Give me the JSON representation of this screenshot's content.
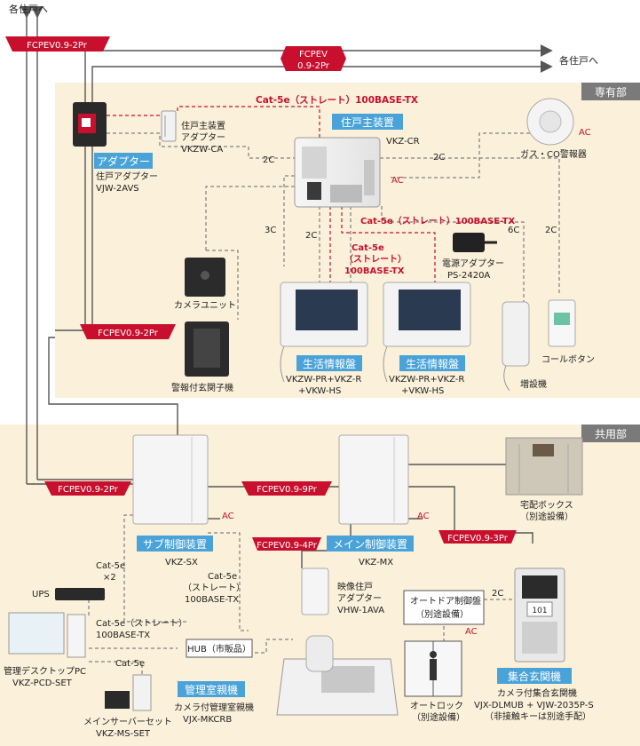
{
  "colors": {
    "zone_bg": "#fbf0d9",
    "zone_label_bg": "#7a7a7a",
    "blue_label": "#4aa3d8",
    "red_pill": "#c8102e",
    "red_line": "#c8102e",
    "wire": "#555555",
    "dashed": "#777777"
  },
  "zones": {
    "private": "専有部",
    "common": "共用部"
  },
  "top": {
    "each_unit_left": "各住戸へ",
    "each_unit_right": "各住戸へ",
    "cable_left": "FCPEV0.9-2Pr",
    "cable_center_line1": "FCPEV",
    "cable_center_line2": "0.9-2Pr"
  },
  "private_area": {
    "adapter_label": "アダプター",
    "adapter_name": "住戸アダプター",
    "adapter_model": "VJW-2AVS",
    "main_unit_adapter_line1": "住戸主装置",
    "main_unit_adapter_line2": "アダプター",
    "main_unit_adapter_model": "VKZW-CA",
    "cat5e_top": "Cat-5e（ストレート）100BASE-TX",
    "main_unit_label": "住戸主装置",
    "main_unit_model": "VKZ-CR",
    "gas_alarm": "ガス・CO警報器",
    "ac1": "AC",
    "ac2": "AC",
    "wire_2c_a": "2C",
    "wire_2c_b": "2C",
    "wire_3c": "3C",
    "wire_2c_c": "2C",
    "wire_6c": "6C",
    "wire_2c_d": "2C",
    "cat5e_mid": "Cat-5e（ストレート）100BASE-TX",
    "cat5e_v_line1": "Cat-5e",
    "cat5e_v_line2": "（ストレート）",
    "cat5e_v_line3": "100BASE-TX",
    "power_adapter_name": "電源アダプター",
    "power_adapter_model": "PS-2420A",
    "camera_unit": "カメラユニット",
    "fcpev_pill": "FCPEV0.9-2Pr",
    "alarm_door": "警報付玄関子機",
    "monitor_label": "生活情報盤",
    "monitor_model_1": "VKZW-PR+VKZ-R",
    "monitor_model_2": "+VKW-HS",
    "call_button": "コールボタン",
    "extension": "増設機"
  },
  "common_area": {
    "fcpev_left": "FCPEV0.9-2Pr",
    "fcpev_mid": "FCPEV0.9-9Pr",
    "delivery_box_line1": "宅配ボックス",
    "delivery_box_line2": "（別途設備）",
    "ac_sub": "AC",
    "ac_main": "AC",
    "ac_door": "AC",
    "fcpev_4pr": "FCPEV0.9-4Pr",
    "fcpev_3pr": "FCPEV0.9-3Pr",
    "sub_control_label": "サブ制御装置",
    "sub_control_model": "VKZ-SX",
    "main_control_label": "メイン制御装置",
    "main_control_model": "VKZ-MX",
    "cat5e_x2_line1": "Cat-5e",
    "cat5e_x2_line2": "×2",
    "cat5e_straight_line1": "Cat-5e",
    "cat5e_straight_line2": "（ストレート）",
    "cat5e_straight_line3": "100BASE-TX",
    "ups": "UPS",
    "video_adapter_line1": "映像住戸",
    "video_adapter_line2": "アダプター",
    "video_adapter_model": "VHW-1AVA",
    "auto_door_line1": "オートドア制御盤",
    "auto_door_line2": "（別途設備）",
    "wire_2c": "2C",
    "cat5e_pc_line1": "Cat-5e（ストレート）",
    "cat5e_pc_line2": "100BASE-TX",
    "hub": "HUB（市販品）",
    "pc_line1": "管理デスクトップPC",
    "pc_line2": "VKZ-PCD-SET",
    "cat5e_server": "Cat-5e",
    "server_line1": "メインサーバーセット",
    "server_line2": "VKZ-MS-SET",
    "mgmt_label": "管理室親機",
    "mgmt_name": "カメラ付管理室親機",
    "mgmt_model": "VJX-MKCRB",
    "auto_lock_line1": "オートロック",
    "auto_lock_line2": "（別途設備）",
    "entrance_label": "集合玄関機",
    "entrance_name": "カメラ付集合玄関機",
    "entrance_model": "VJX-DLMUB + VJW-2035P-S",
    "entrance_note": "（非接触キーは別途手配）",
    "entrance_display": "101"
  }
}
